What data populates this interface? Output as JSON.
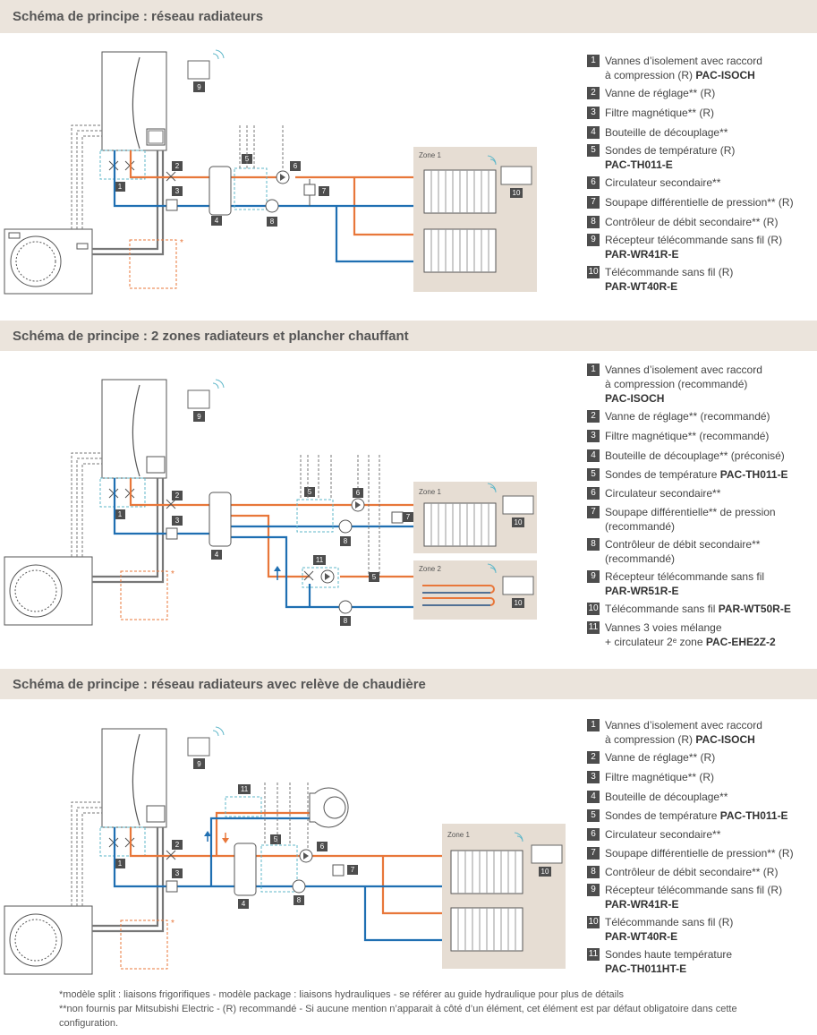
{
  "sections": [
    {
      "title": "Schéma de principe : réseau radiateurs",
      "zone_labels": [
        "Zone 1"
      ],
      "legend": [
        {
          "n": "1",
          "text": "Vannes d’isolement avec raccord",
          "text2": "à compression (R)",
          "code": "PAC-ISOCH"
        },
        {
          "n": "2",
          "text": "Vanne de réglage** (R)"
        },
        {
          "n": "3",
          "text": "Filtre magnétique** (R)"
        },
        {
          "n": "4",
          "text": "Bouteille de découplage**"
        },
        {
          "n": "5",
          "text": "Sondes de température (R)",
          "code": "PAC-TH011-E"
        },
        {
          "n": "6",
          "text": "Circulateur secondaire**"
        },
        {
          "n": "7",
          "text": "Soupape différentielle de pression** (R)"
        },
        {
          "n": "8",
          "text": "Contrôleur de débit secondaire** (R)"
        },
        {
          "n": "9",
          "text": "Récepteur télécommande sans fil (R)",
          "code": "PAR-WR41R-E"
        },
        {
          "n": "10",
          "text": "Télécommande sans fil (R)",
          "code": "PAR-WT40R-E"
        }
      ]
    },
    {
      "title": "Schéma de principe : 2 zones radiateurs et plancher chauffant",
      "zone_labels": [
        "Zone 1",
        "Zone 2"
      ],
      "legend": [
        {
          "n": "1",
          "text": "Vannes d’isolement avec raccord",
          "text2": "à compression (recommandé)",
          "code": "PAC-ISOCH"
        },
        {
          "n": "2",
          "text": "Vanne de réglage** (recommandé)"
        },
        {
          "n": "3",
          "text": "Filtre magnétique** (recommandé)"
        },
        {
          "n": "4",
          "text": "Bouteille de découplage** (préconisé)"
        },
        {
          "n": "5",
          "text": "Sondes de température",
          "code": "PAC-TH011-E"
        },
        {
          "n": "6",
          "text": "Circulateur secondaire**"
        },
        {
          "n": "7",
          "text": "Soupape différentielle** de pression",
          "text2": "(recommandé)"
        },
        {
          "n": "8",
          "text": "Contrôleur de débit secondaire**",
          "text2": "(recommandé)"
        },
        {
          "n": "9",
          "text": "Récepteur télécommande sans fil",
          "code": "PAR-WR51R-E"
        },
        {
          "n": "10",
          "text": "Télécommande sans fil",
          "code": "PAR-WT50R-E"
        },
        {
          "n": "11",
          "text": "Vannes 3 voies mélange",
          "text2": "+ circulateur 2ᵉ zone",
          "code": "PAC-EHE2Z-2"
        }
      ]
    },
    {
      "title": "Schéma de principe : réseau radiateurs avec relève de chaudière",
      "zone_labels": [
        "Zone 1"
      ],
      "legend": [
        {
          "n": "1",
          "text": "Vannes d’isolement avec raccord",
          "text2": "à compression (R)",
          "code": "PAC-ISOCH"
        },
        {
          "n": "2",
          "text": "Vanne de réglage** (R)"
        },
        {
          "n": "3",
          "text": "Filtre magnétique** (R)"
        },
        {
          "n": "4",
          "text": "Bouteille de découplage**"
        },
        {
          "n": "5",
          "text": "Sondes de température",
          "code": "PAC-TH011-E"
        },
        {
          "n": "6",
          "text": "Circulateur secondaire**"
        },
        {
          "n": "7",
          "text": "Soupape différentielle de pression** (R)"
        },
        {
          "n": "8",
          "text": "Contrôleur de débit secondaire** (R)"
        },
        {
          "n": "9",
          "text": "Récepteur télécommande sans fil (R)",
          "code": "PAR-WR41R-E"
        },
        {
          "n": "10",
          "text": "Télécommande sans fil (R)",
          "code": "PAR-WT40R-E"
        },
        {
          "n": "11",
          "text": "Sondes haute température",
          "code": "PAC-TH011HT-E"
        }
      ]
    }
  ],
  "footnote1": "*modèle split : liaisons frigorifiques - modèle package : liaisons hydrauliques - se référer au guide hydraulique pour plus de détails",
  "footnote2": "**non fournis par Mitsubishi Electric - (R) recommandé - Si aucune mention n’apparait à côté d’un élément, cet élément est par défaut obligatoire dans cette configuration.",
  "asterisk": "*",
  "colors": {
    "hot": "#e8773a",
    "cold": "#1f6fb2",
    "band": "#ebe4dc",
    "zone": "#e6ddd3",
    "badge": "#4d4d4d",
    "wire": "#666666",
    "dashed": "#e8773a",
    "probe": "#5fb7c9"
  }
}
